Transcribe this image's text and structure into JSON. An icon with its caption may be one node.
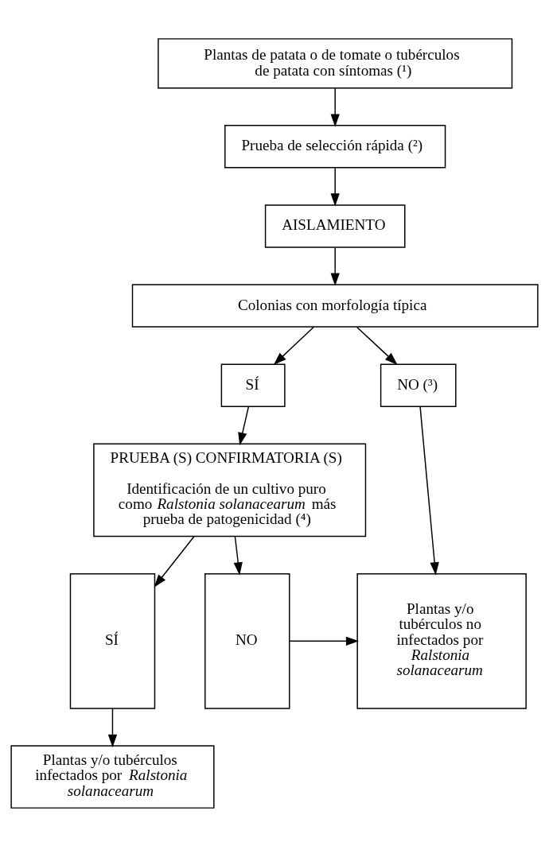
{
  "diagram": {
    "nodes": [
      {
        "text": [
          "Plantas de patata o de tomate o tubérculos de patata con síntomas (¹)"
        ]
      },
      {
        "text": [
          "Prueba de selección rápida (²)"
        ]
      },
      {
        "text": [
          "AISLAMIENTO"
        ]
      },
      {
        "text": [
          "Colonias con morfología típica"
        ]
      },
      {
        "text": [
          "SÍ"
        ]
      },
      {
        "text": [
          "NO (³)"
        ]
      },
      {
        "text": [
          "PRUEBA (S) CONFIRMATORIA (S)",
          "Identificación de un cultivo puro como *Ralstonia solanacearum* más prueba de patogenicidad (⁴)"
        ]
      },
      {
        "text": [
          "SÍ"
        ]
      },
      {
        "text": [
          "NO"
        ]
      },
      {
        "text": [
          "Plantas y/o tubérculos no infectados por *Ralstonia solanacearum*"
        ]
      },
      {
        "text": [
          "Plantas y/o tubérculos infectados por *Ralstonia solanacearum*"
        ]
      }
    ],
    "edges": [
      {
        "from": 0,
        "to": 1,
        "arrow": "to"
      },
      {
        "from": 1,
        "to": 2,
        "arrow": "to"
      },
      {
        "from": 2,
        "to": 3,
        "arrow": "to"
      },
      {
        "from": 3,
        "to": 4,
        "arrow": "to"
      },
      {
        "from": 3,
        "to": 5,
        "arrow": "to"
      },
      {
        "from": 4,
        "to": 6,
        "arrow": "to"
      },
      {
        "from": 6,
        "to": 7,
        "arrow": "to"
      },
      {
        "from": 6,
        "to": 8,
        "arrow": "to"
      },
      {
        "from": 5,
        "to": 9,
        "arrow": "to"
      },
      {
        "from": 8,
        "to": 9,
        "arrow": "to"
      },
      {
        "from": 7,
        "to": 10,
        "arrow": "to"
      }
    ]
  }
}
